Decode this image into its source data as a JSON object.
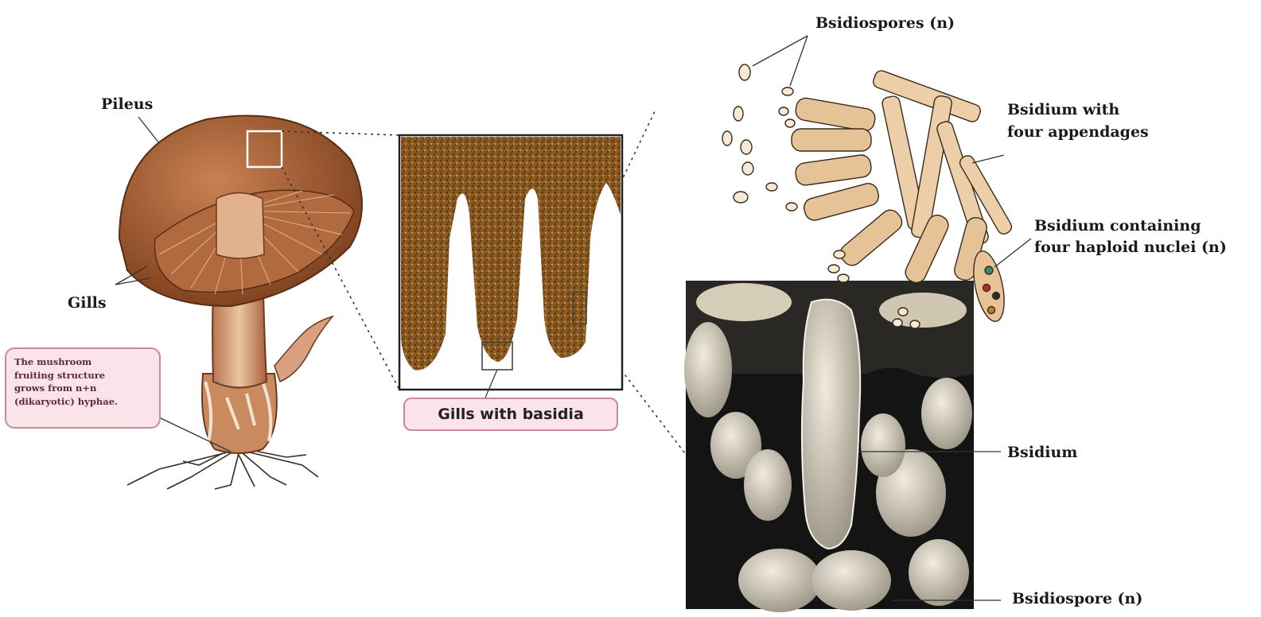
{
  "labels": {
    "pileus": "Pileus",
    "gills": "Gills",
    "callout_lines": [
      "The mushroom",
      "fruiting structure",
      "grows from n+n",
      "(dikaryotic) hyphae."
    ],
    "gills_with_basidia": "Gills with basidia",
    "bsidiospores_top": "Bsidiospores (n)",
    "bsidium_four_appendages_l1": "Bsidium with",
    "bsidium_four_appendages_l2": "four appendages",
    "bsidium_nuclei_l1": "Bsidium containing",
    "bsidium_nuclei_l2": "four haploid nuclei (n)",
    "bsidium": "Bsidium",
    "bsidiospore_bottom": "Bsidiospore (n)"
  },
  "colors": {
    "cap": "#a8633a",
    "cap_light": "#d49a6a",
    "stem": "#d9a07a",
    "gill_tissue": "#8a5a22",
    "hyphae": "#ecd0ac",
    "callout_fill": "#fbe3ea",
    "micro_bg": "#111111",
    "micro_cell": "#d8d2c0"
  }
}
